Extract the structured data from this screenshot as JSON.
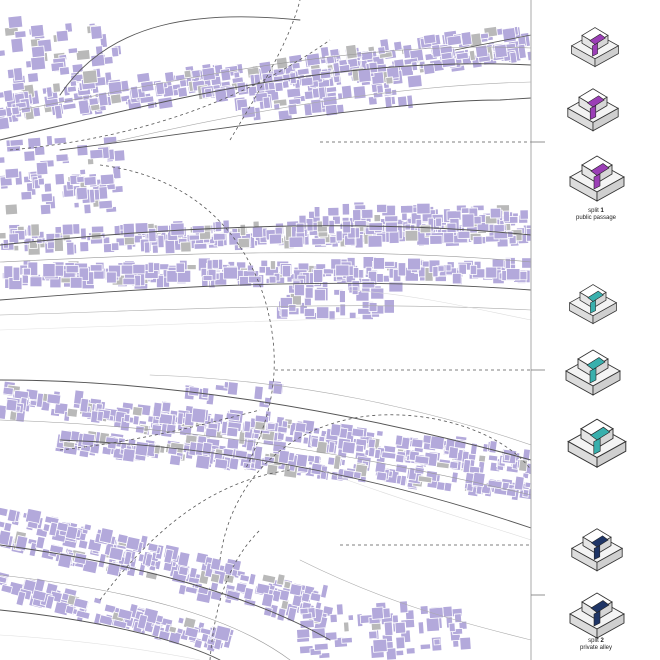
{
  "colors": {
    "building": "#b3a9db",
    "building_grey": "#b9b9b9",
    "line": "#444444",
    "light_line": "#bdbdbd",
    "split1_accent": "#9b3fb6",
    "split2_accent": "#39b0ad",
    "split3_accent": "#1f3566"
  },
  "captions": {
    "split1": {
      "title_prefix": "split ",
      "title_number": "1",
      "subtitle": "public passage"
    },
    "split2": {
      "title_prefix": "split ",
      "title_number": "2",
      "subtitle": "private alley"
    }
  },
  "icons": {
    "axo_1a": "axonometric-block-icon",
    "axo_1b": "axonometric-block-icon",
    "axo_1c": "axonometric-block-icon",
    "axo_2a": "axonometric-block-icon",
    "axo_2b": "axonometric-block-icon",
    "axo_2c": "axonometric-block-icon",
    "axo_3a": "axonometric-block-icon",
    "axo_3b": "axonometric-block-icon"
  }
}
